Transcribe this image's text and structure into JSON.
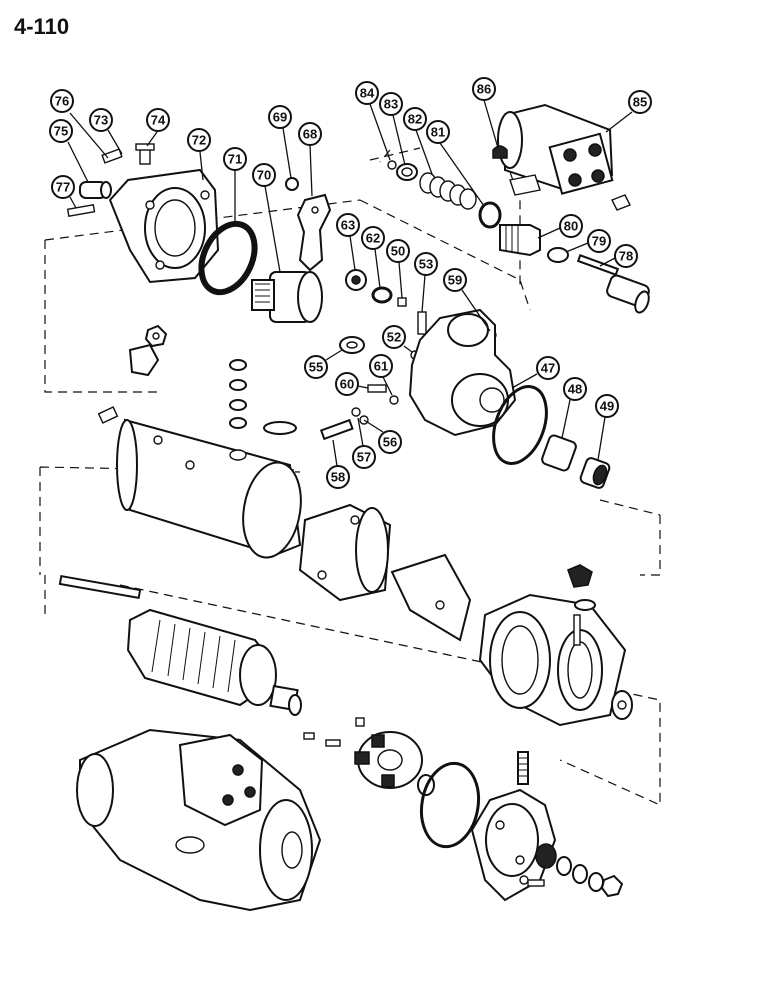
{
  "page": {
    "number": "4-110"
  },
  "callouts": {
    "c47": "47",
    "c48": "48",
    "c49": "49",
    "c50": "50",
    "c52": "52",
    "c53": "53",
    "c55": "55",
    "c56": "56",
    "c57": "57",
    "c58": "58",
    "c59": "59",
    "c60": "60",
    "c61": "61",
    "c62": "62",
    "c63": "63",
    "c68": "68",
    "c69": "69",
    "c70": "70",
    "c71": "71",
    "c72": "72",
    "c73": "73",
    "c74": "74",
    "c75": "75",
    "c76": "76",
    "c77": "77",
    "c78": "78",
    "c79": "79",
    "c80": "80",
    "c81": "81",
    "c82": "82",
    "c83": "83",
    "c84": "84",
    "c85": "85",
    "c86": "86"
  }
}
